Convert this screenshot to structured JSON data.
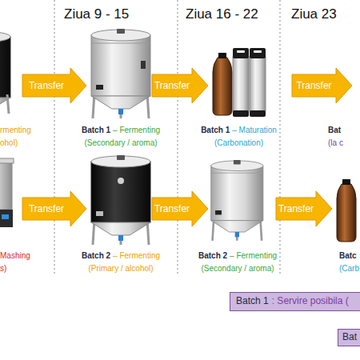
{
  "diagram": {
    "nodes": [
      {
        "text": [
          "rmenting",
          "ohol)"
        ]
      },
      {
        "text": [
          "Batch 1",
          "– Fermenting",
          "(Secondary / aroma)"
        ]
      },
      {
        "text": [
          "Batch 1",
          "– Maturation",
          "(Carbonation)"
        ]
      },
      {
        "text": [
          "Bat",
          "(la c"
        ]
      },
      {
        "text": [
          "Mashing",
          "s)"
        ]
      },
      {
        "text": [
          "Batch 2",
          "– Fermenting",
          "(Primary / alcohol)"
        ]
      },
      {
        "text": [
          "Batch 2",
          "– Fermenting",
          "(Secondary / aroma)"
        ]
      },
      {
        "text": [
          "Batc",
          "(Carb"
        ]
      },
      {
        "text": [
          "Batch 1",
          ": Servire posibila ("
        ]
      },
      {
        "text": [
          "Bat"
        ]
      }
    ],
    "edges": [
      {
        "from": 0,
        "to": 1,
        "label": "Transfer",
        "arrow": "to"
      },
      {
        "from": 1,
        "to": 2,
        "label": "Transfer",
        "arrow": "to"
      },
      {
        "from": 2,
        "to": 3,
        "label": "Transfer",
        "arrow": "to"
      },
      {
        "from": 4,
        "to": 5,
        "label": "Transfer",
        "arrow": "to"
      },
      {
        "from": 5,
        "to": 6,
        "label": "Transfer",
        "arrow": "to"
      },
      {
        "from": 6,
        "to": 7,
        "label": "Transfer",
        "arrow": "to"
      }
    ],
    "labels": [
      "Ziua 9 - 15",
      "Ziua 16 - 22",
      "Ziua 23"
    ]
  }
}
